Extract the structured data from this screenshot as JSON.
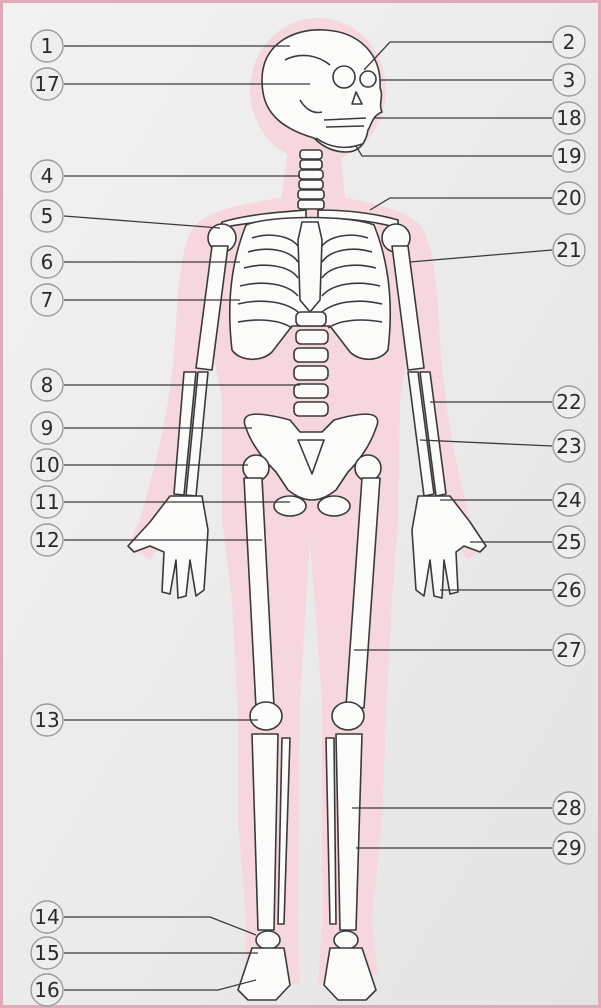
{
  "diagram": {
    "colors": {
      "background": "#ececec",
      "border": "#e2a9b8",
      "body_silhouette": "#f5d7dd",
      "bone_fill": "#fbfbfa",
      "line": "#3a3a3a",
      "label_circle_fill": "#eeeeee",
      "label_circle_stroke": "#9a9a9a"
    },
    "left_labels": [
      {
        "number": "1"
      },
      {
        "number": "17"
      },
      {
        "number": "4"
      },
      {
        "number": "5"
      },
      {
        "number": "6"
      },
      {
        "number": "7"
      },
      {
        "number": "8"
      },
      {
        "number": "9"
      },
      {
        "number": "10"
      },
      {
        "number": "11"
      },
      {
        "number": "12"
      },
      {
        "number": "13"
      },
      {
        "number": "14"
      },
      {
        "number": "15"
      },
      {
        "number": "16"
      }
    ],
    "right_labels": [
      {
        "number": "2"
      },
      {
        "number": "3"
      },
      {
        "number": "18"
      },
      {
        "number": "19"
      },
      {
        "number": "20"
      },
      {
        "number": "21"
      },
      {
        "number": "22"
      },
      {
        "number": "23"
      },
      {
        "number": "24"
      },
      {
        "number": "25"
      },
      {
        "number": "26"
      },
      {
        "number": "27"
      },
      {
        "number": "28"
      },
      {
        "number": "29"
      }
    ]
  }
}
